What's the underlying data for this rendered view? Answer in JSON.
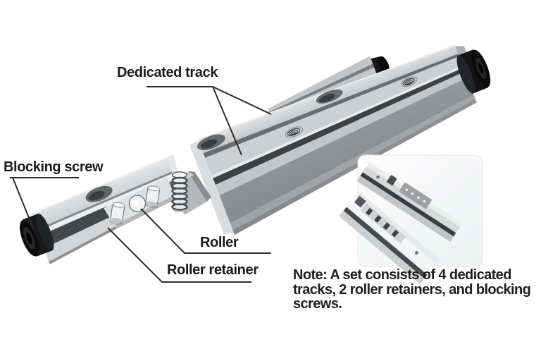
{
  "diagram": {
    "labels": {
      "dedicated_track": "Dedicated track",
      "blocking_screw": "Blocking screw",
      "roller": "Roller",
      "roller_retainer": "Roller retainer"
    },
    "note": {
      "lines": [
        "Note: A set consists of 4 dedicated",
        "tracks, 2 roller retainers, and blocking",
        "screws."
      ]
    },
    "set_contents": {
      "dedicated_tracks": 4,
      "roller_retainers": 2
    },
    "colors": {
      "background": "#ffffff",
      "label_text": "#1b1b1b",
      "leader_line": "#2c2c2c",
      "rail_light_face": "#d6d8da",
      "rail_mid_face": "#cdcfd1",
      "rail_dark_side": "#8d8f91",
      "groove_dark": "#3e4042",
      "blocking_screw_cap": "#0f0f10",
      "inset_photo_bg": "#fbfbfc"
    }
  }
}
